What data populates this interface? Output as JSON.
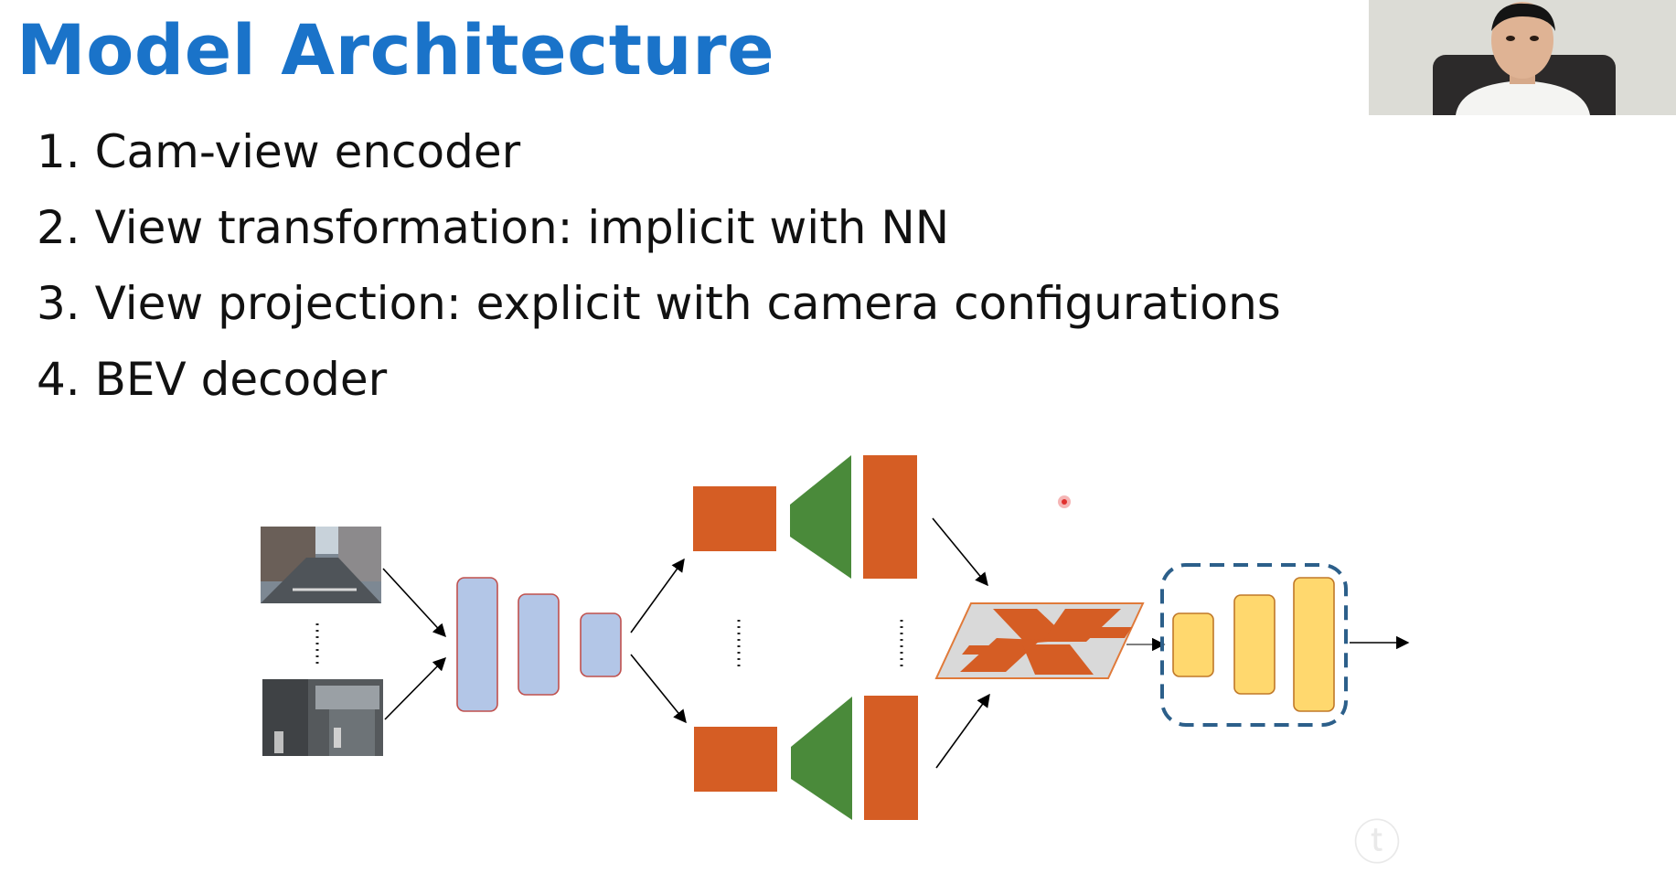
{
  "slide": {
    "title": "Model Architecture",
    "bullets": [
      "1. Cam-view encoder",
      "2. View transformation: implicit with NN",
      "3. View projection: explicit with camera configurations",
      "4. BEV decoder"
    ]
  },
  "diagram": {
    "colors": {
      "encoder_fill": "#b3c6e7",
      "encoder_stroke": "#c0504d",
      "feature_fill": "#d55d24",
      "transform_fill": "#4a8a3a",
      "bev_plane": "#d9d9d9",
      "decoder_fill": "#ffd86e",
      "decoder_stroke": "#c07828",
      "dashed_box": "#2c5f8a"
    },
    "icons": [
      "camera-image",
      "ellipsis-dots",
      "arrow"
    ]
  },
  "watermark": "TechBeat"
}
